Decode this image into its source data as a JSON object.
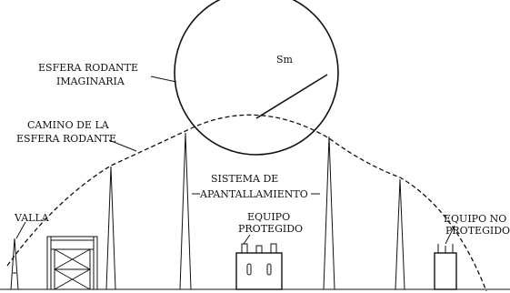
{
  "labels": {
    "rolling_sphere_1": "ESFERA RODANTE",
    "rolling_sphere_2": "IMAGINARIA",
    "path_1": "CAMINO DE LA",
    "path_2": "ESFERA RODANTE",
    "radius": "Sm",
    "shield_1": "SISTEMA DE",
    "shield_2": "APANTALLAMIENTO",
    "fence": "VALLA",
    "protected_1": "EQUIPO",
    "protected_2": "PROTEGIDO",
    "unprotected_1": "EQUIPO NO",
    "unprotected_2": "PROTEGIDO"
  }
}
